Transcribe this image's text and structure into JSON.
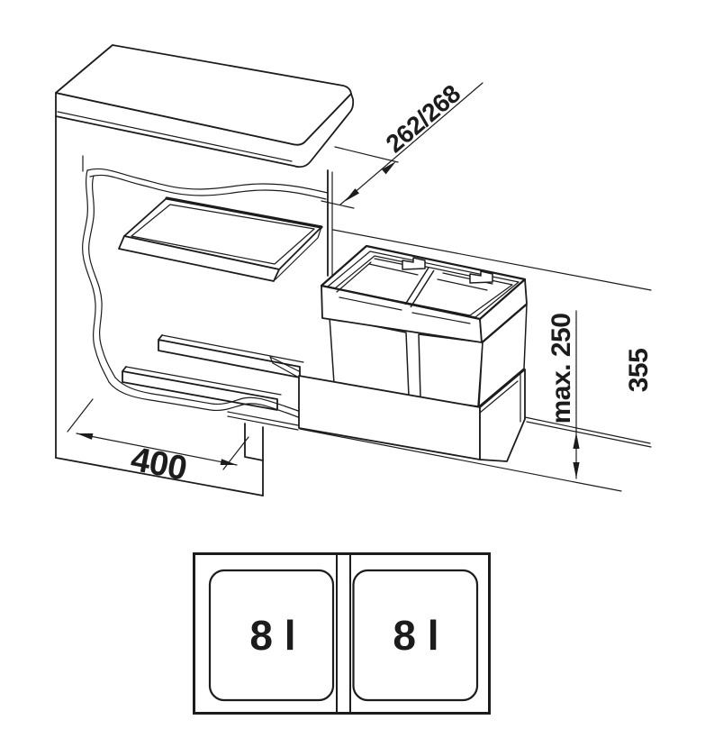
{
  "page": {
    "background": "#ffffff",
    "line_color": "#1c1c1c"
  },
  "drawing": {
    "type": "isometric-cabinet-pullout-waste-bin",
    "dimensions": {
      "depth": "262/268",
      "max_bin_height": "max. 250",
      "total_height": "355",
      "cabinet_width": "400"
    },
    "plan_view": {
      "bins": [
        {
          "capacity": "8 l"
        },
        {
          "capacity": "8 l"
        }
      ]
    }
  }
}
